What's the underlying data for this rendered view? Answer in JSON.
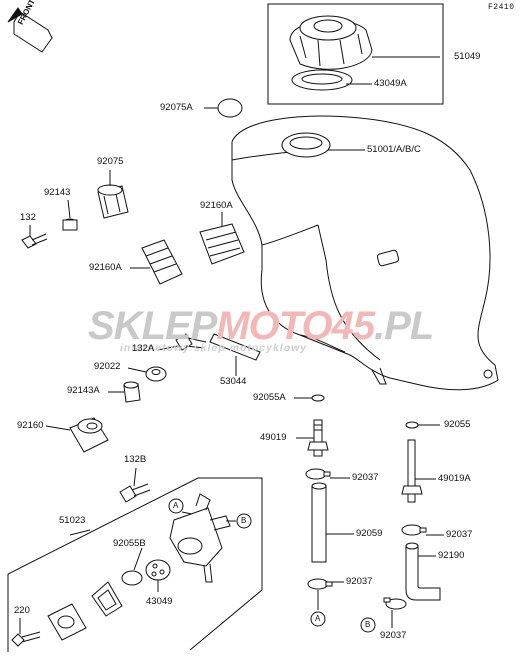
{
  "diagram_code": "F2410",
  "front_label": "FRONT",
  "watermark": {
    "brand_a": "SKLEP",
    "brand_b": "MOTO",
    "brand_c": "45",
    "brand_d": ".PL",
    "subtitle": "internetowy sklep motocyklowy"
  },
  "parts": {
    "p51049": "51049",
    "p43049A": "43049A",
    "p92075A": "92075A",
    "p51001": "51001/A/B/C",
    "p92075": "92075",
    "p92143": "92143",
    "p132": "132",
    "p92160A_top": "92160A",
    "p92160A_left": "92160A",
    "p132A": "132A",
    "p92022": "92022",
    "p53044": "53044",
    "p92143A": "92143A",
    "p92055A": "92055A",
    "p92160": "92160",
    "p49019": "49019",
    "p92055": "92055",
    "p92037_a": "92037",
    "p49019A": "49019A",
    "p132B": "132B",
    "p51023": "51023",
    "p92059": "92059",
    "p92037_b": "92037",
    "p92055B": "92055B",
    "p92190": "92190",
    "p43049": "43049",
    "p92037_c": "92037",
    "p220": "220",
    "p92037_d": "92037"
  },
  "refs": {
    "a1": "A",
    "b1": "B",
    "a2": "A",
    "b2": "B"
  }
}
